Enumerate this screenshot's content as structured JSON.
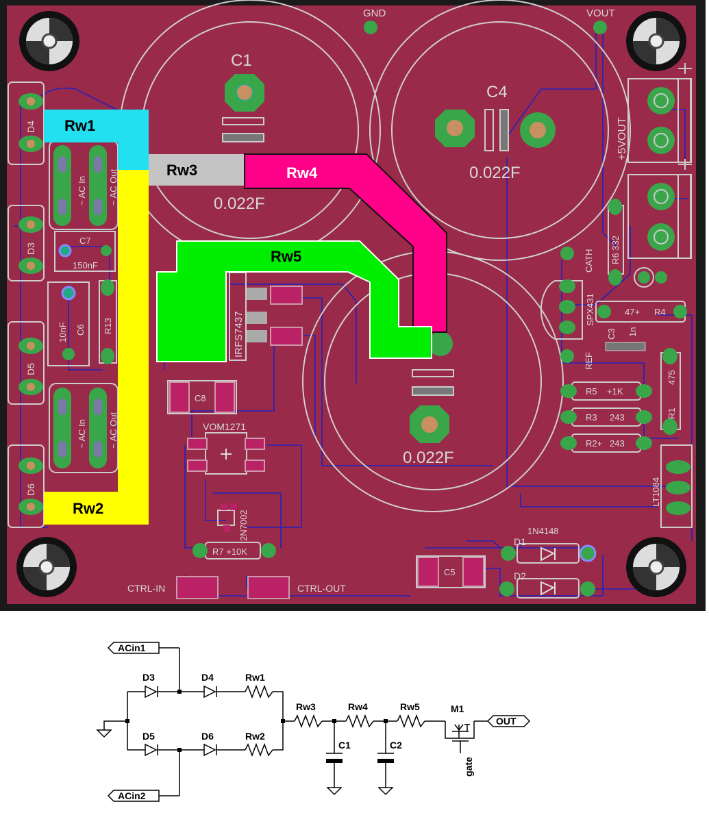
{
  "colors": {
    "board": "#9a2a4a",
    "copper": "#2222bb",
    "pad_green": "#3aa64a",
    "silkscreen": "#d8d8d8",
    "rw1": "#22e0f0",
    "rw2": "#ffff00",
    "rw3": "#c4c4c4",
    "rw4": "#ff0088",
    "rw5": "#00ee00"
  },
  "pcb": {
    "regions": {
      "rw1": "Rw1",
      "rw2": "Rw2",
      "rw3": "Rw3",
      "rw4": "Rw4",
      "rw5": "Rw5"
    },
    "labels": {
      "gnd": "GND",
      "vout": "VOUT",
      "c1": "C1",
      "c4": "C4",
      "cap_value_c1": "0.022F",
      "cap_value_c4": "0.022F",
      "cap_value_c2": "0.022F",
      "d4": "D4",
      "d3": "D3",
      "d5": "D5",
      "d6": "D6",
      "ac_in_1": "~ AC In",
      "ac_out_1": "~ AC Out",
      "ac_in_2": "~ AC In",
      "ac_out_2": "~ AC Out",
      "c7": "C7",
      "c7_value": "150nF",
      "c6": "C6",
      "c6_value": "10nF",
      "r13": "R13",
      "irfs": "IRFS7437",
      "vom": "VOM1271",
      "c8": "C8",
      "q2n7002": "2N7002",
      "r7": "R7 +10K",
      "ctrl_in": "CTRL-IN",
      "ctrl_out": "CTRL-OUT",
      "five_vout": "+5VOUT",
      "r6": "R6 332",
      "cath": "CATH",
      "spx": "SPX431",
      "ref": "REF",
      "r4_value": "47+",
      "r4": "R4",
      "c3": "C3",
      "c3_value": "1n",
      "r5": "R5",
      "r5_value": "+1K",
      "r3": "R3",
      "r3_value": "243",
      "r2": "R2+",
      "r2_value": "243",
      "r1": "R1",
      "r1_value": "475",
      "lt": "LT1084",
      "n4148": "1N4148",
      "d1": "D1",
      "d2": "D2",
      "c5": "C5"
    }
  },
  "schematic": {
    "acin1": "ACin1",
    "acin2": "ACin2",
    "d3": "D3",
    "d4": "D4",
    "d5": "D5",
    "d6": "D6",
    "rw1": "Rw1",
    "rw2": "Rw2",
    "rw3": "Rw3",
    "rw4": "Rw4",
    "rw5": "Rw5",
    "c1": "C1",
    "c2": "C2",
    "m1": "M1",
    "out": "OUT",
    "gate": "gate"
  }
}
